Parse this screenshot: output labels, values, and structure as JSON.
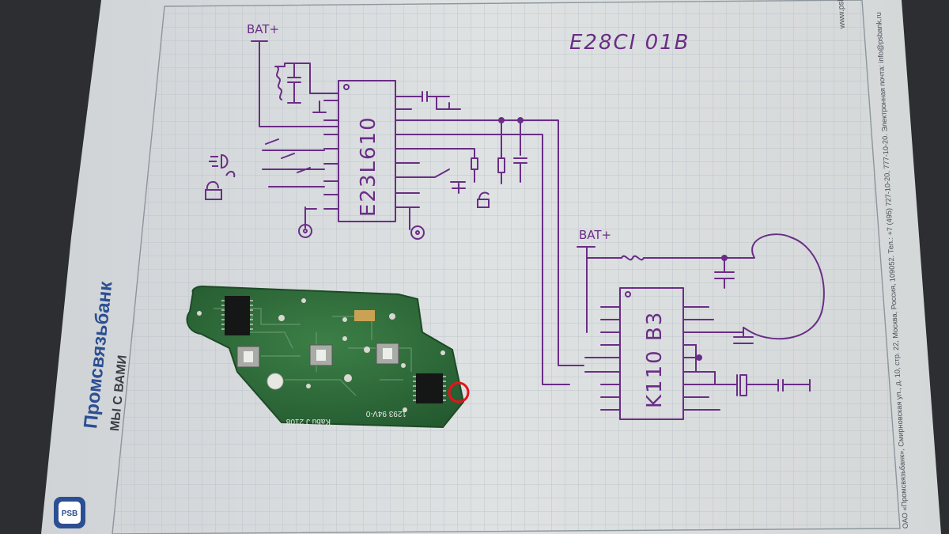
{
  "sheet": {
    "title": "E28CI 01B",
    "bat_label_top": "BAT+",
    "bat_label_right": "BAT+",
    "chip_left": "E23L610",
    "chip_right": "K110 B3"
  },
  "branding": {
    "bank_name": "Промсвязьбанк",
    "slogan": "МЫ С ВАМИ",
    "logo_letters": "PSB",
    "footer_address": "ОАО «Промсвязьбанк», Смирновская ул., д. 10, стр. 22, Москва, Россия, 109052. Тел.: +7 (495) 727-10-20, 777-10-20. Электронная почта: info@psbank.ru",
    "website": "www.psbank.ru"
  },
  "pcb": {
    "silk_line1": "1293 94V-0",
    "silk_line2": "Kabu J 2108"
  },
  "colors": {
    "ink": "#6a2d86",
    "paper": "#d9dcdd",
    "grid": "#b9c2c9",
    "pcb": "#2f6b3a",
    "bank_blue": "#2c4f93",
    "marker": "#e3141b"
  }
}
